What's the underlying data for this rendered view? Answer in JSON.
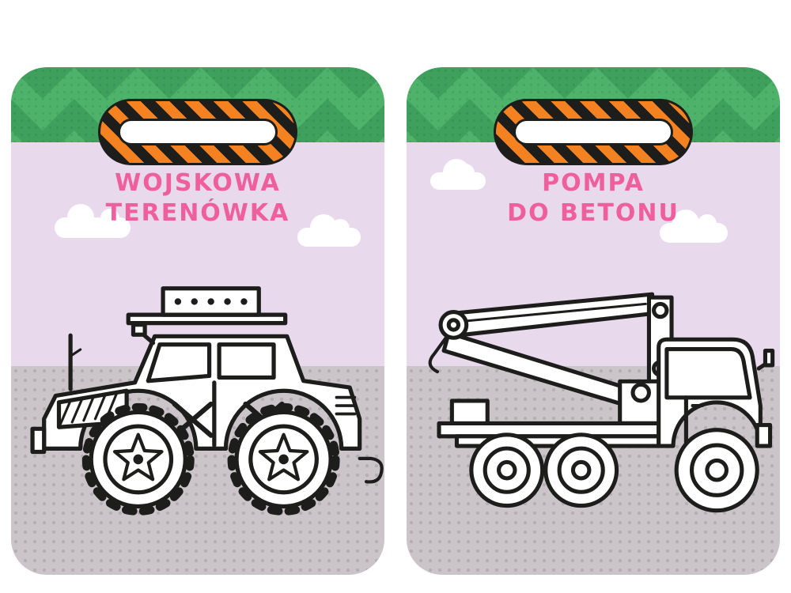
{
  "spread": {
    "pages": [
      {
        "title": [
          "WOJSKOWA",
          "TERENÓWKA"
        ],
        "illustration": "military-offroad-vehicle-coloring-outline"
      },
      {
        "title": [
          "POMPA",
          "DO BETONU"
        ],
        "illustration": "concrete-pump-truck-coloring-outline"
      }
    ]
  },
  "colors": {
    "green_band": "#4eb26a",
    "green_chevron": "#3ea05c",
    "lavender_bg": "#e8d9ec",
    "ground_gray": "#cbc5ca",
    "ground_dot": "#b5aeb4",
    "title_pink": "#ef5f9e",
    "handle_orange": "#f58220",
    "line_black": "#1d1d1b",
    "paper_white": "#ffffff"
  }
}
